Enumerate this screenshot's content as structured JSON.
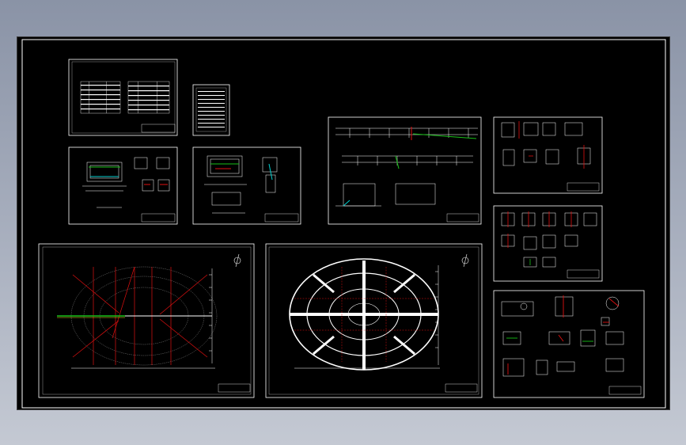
{
  "viewer": {
    "background": "#000000",
    "line_color": "#ffffff",
    "accent_red": "#e01010",
    "accent_green": "#18c018",
    "accent_cyan": "#00d0d0",
    "accent_yellow": "#f0e020"
  },
  "sheets": [
    {
      "id": "sheet-index"
    },
    {
      "id": "sheet-notes"
    },
    {
      "id": "sheet-section-a"
    },
    {
      "id": "sheet-section-b"
    },
    {
      "id": "sheet-profile"
    },
    {
      "id": "sheet-details-1"
    },
    {
      "id": "sheet-details-2"
    },
    {
      "id": "sheet-plan-pipes"
    },
    {
      "id": "sheet-plan-structure"
    },
    {
      "id": "sheet-details-3"
    }
  ]
}
